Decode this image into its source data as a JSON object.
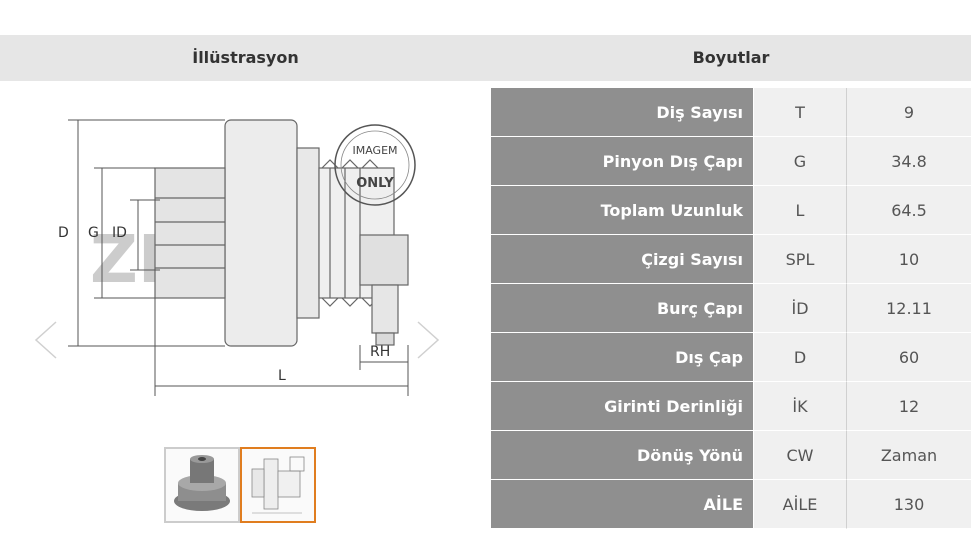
{
  "headers": {
    "illustration": "İllüstrasyon",
    "dimensions": "Boyutlar"
  },
  "illustration": {
    "watermark_brand": "ZEN S.A.",
    "stamp_line1": "IMAGEM",
    "stamp_line2": "ONLY",
    "labels": {
      "D": "D",
      "G": "G",
      "ID": "ID",
      "L": "L",
      "RH": "RH"
    }
  },
  "thumbnails": [
    {
      "name": "photo",
      "active": false
    },
    {
      "name": "drawing",
      "active": true
    }
  ],
  "dimensions": [
    {
      "label": "Diş Sayısı",
      "code": "T",
      "value": "9"
    },
    {
      "label": "Pinyon Dış Çapı",
      "code": "G",
      "value": "34.8"
    },
    {
      "label": "Toplam Uzunluk",
      "code": "L",
      "value": "64.5"
    },
    {
      "label": "Çizgi Sayısı",
      "code": "SPL",
      "value": "10"
    },
    {
      "label": "Burç Çapı",
      "code": "İD",
      "value": "12.11"
    },
    {
      "label": "Dış Çap",
      "code": "D",
      "value": "60"
    },
    {
      "label": "Girinti Derinliği",
      "code": "İK",
      "value": "12"
    },
    {
      "label": "Dönüş Yönü",
      "code": "CW",
      "value": "Zaman"
    },
    {
      "label": "AİLE",
      "code": "AİLE",
      "value": "130"
    }
  ]
}
